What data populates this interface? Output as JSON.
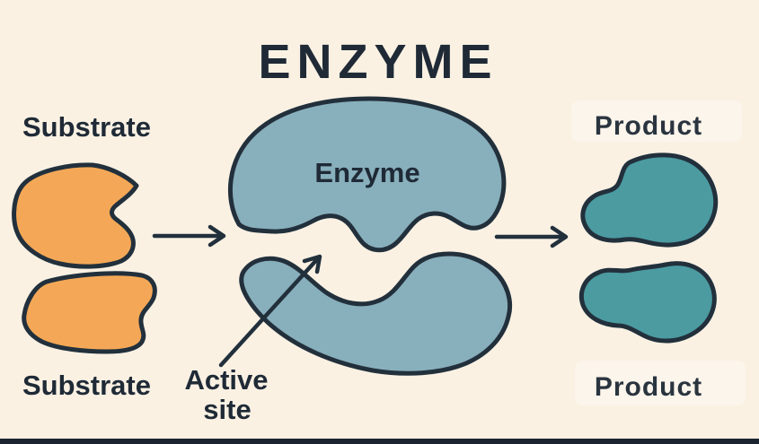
{
  "title": "ENZYME",
  "diagram": {
    "substrate_label_top": "Substrate",
    "substrate_label_bottom": "Substrate",
    "enzyme_label": "Enzyme",
    "active_site_label_line1": "Active",
    "active_site_label_line2": "site",
    "product_label_top": "Product",
    "product_label_bottom": "Product"
  },
  "icons": {
    "reaction_arrow_left": "arrow-right",
    "reaction_arrow_right": "arrow-right",
    "active_site_pointer": "arrow-up-right"
  },
  "colors": {
    "background": "#faf1e3",
    "outline": "#22303c",
    "substrate_fill": "#f4a857",
    "enzyme_fill": "#88afbc",
    "product_fill": "#4b9ba1",
    "label_text": "#1f2a36",
    "ghost_text": "#fdf8ef",
    "bottom_bar": "#1b2430"
  }
}
